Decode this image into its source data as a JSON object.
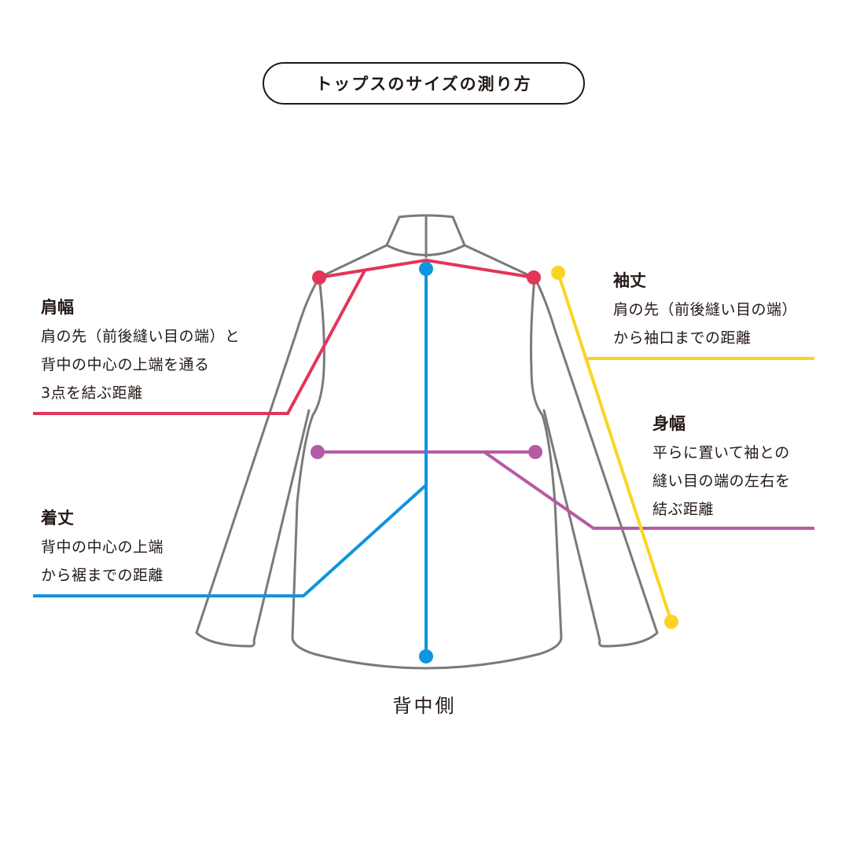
{
  "title": "トップスのサイズの測り方",
  "footer_label": "背中側",
  "colors": {
    "outline": "#7a7a7a",
    "shoulder_width": "#e3345a",
    "body_length": "#0e95dd",
    "body_width": "#b65aa5",
    "sleeve_length": "#fad421",
    "text": "#231815"
  },
  "measurements": [
    {
      "id": "shoulder_width",
      "heading": "肩幅",
      "description": "肩の先（前後縫い目の端）と\n背中の中心の上端を通る\n3点を結ぶ距離",
      "color_key": "shoulder_width"
    },
    {
      "id": "body_length",
      "heading": "着丈",
      "description": "背中の中心の上端\nから裾までの距離",
      "color_key": "body_length"
    },
    {
      "id": "sleeve_length",
      "heading": "袖丈",
      "description": "肩の先（前後縫い目の端）\nから袖口までの距離",
      "color_key": "sleeve_length"
    },
    {
      "id": "body_width",
      "heading": "身幅",
      "description": "平らに置いて袖との\n縫い目の端の左右を\n結ぶ距離",
      "color_key": "body_width"
    }
  ]
}
